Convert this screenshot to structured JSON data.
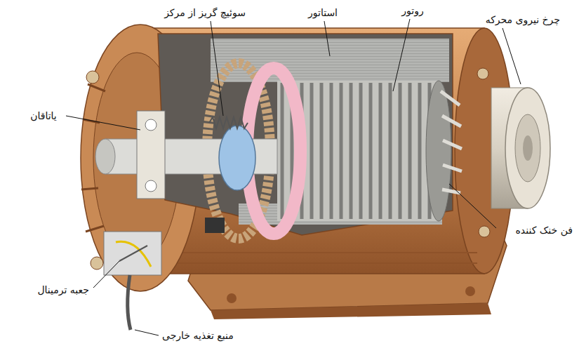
{
  "diagram": {
    "labels": [
      "سوئیچ گریز از مرکز",
      "استاتور",
      "روتور",
      "چرخ نیروی محرکه",
      "یاتاقان",
      "فن خنک کننده",
      "جعبه ترمینال",
      "منبع تغذیه خارجی"
    ]
  }
}
